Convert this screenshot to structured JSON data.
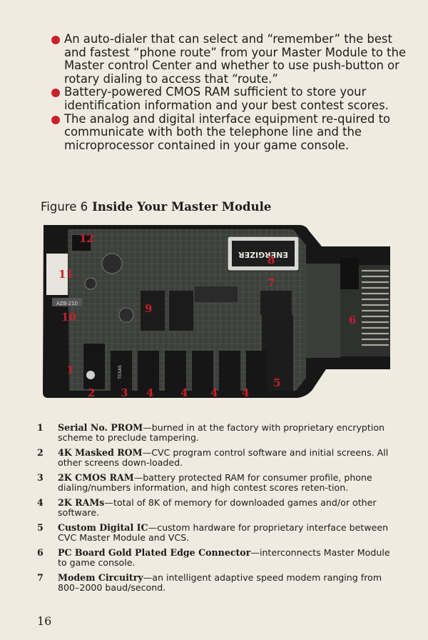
{
  "bullets": [
    "An auto-dialer that can select and “remember” the best and fastest “phone route” from your Master Module to the Master control Center and whether to use push-button or rotary dialing to access that “route.”",
    "Battery-powered CMOS RAM sufficient to store your identification information and your best contest scores.",
    "The analog and digital interface equipment re-quired to communicate with both the telephone line and the microprocessor contained in your game console."
  ],
  "figure": {
    "label": "Figure 6",
    "title": "Inside Your Master Module",
    "battery_label": "ENERGIZER",
    "board_code": "AZB-210",
    "chip_label": "TEXAS",
    "callouts": [
      "12",
      "11",
      "10",
      "9",
      "8",
      "7",
      "6",
      "5",
      "4",
      "4",
      "4",
      "4",
      "3",
      "2",
      "1"
    ]
  },
  "legend": [
    {
      "num": "1",
      "name": "Serial No. PROM",
      "desc": "—burned in at the factory with proprietary encryption scheme to preclude tampering."
    },
    {
      "num": "2",
      "name": "4K Masked ROM",
      "desc": "—CVC program control software and initial screens. All other screens down-loaded."
    },
    {
      "num": "3",
      "name": "2K CMOS RAM",
      "desc": "—battery protected RAM for consumer profile, phone dialing/numbers information, and high contest scores reten-tion."
    },
    {
      "num": "4",
      "name": "2K RAMs",
      "desc": "—total of 8K of memory for downloaded games and/or other software."
    },
    {
      "num": "5",
      "name": "Custom Digital IC",
      "desc": "—custom hardware for proprietary interface between CVC Master Module and VCS."
    },
    {
      "num": "6",
      "name": "PC Board Gold Plated Edge Connector",
      "desc": "—interconnects Master Module to game console."
    },
    {
      "num": "7",
      "name": "Modem Circuitry",
      "desc": "—an intelligent adaptive speed modem ranging from 800–2000 baud/second."
    }
  ],
  "page_number": "16",
  "colors": {
    "accent": "#c8202c",
    "paper": "#efebe0",
    "board": "#1f211f"
  }
}
